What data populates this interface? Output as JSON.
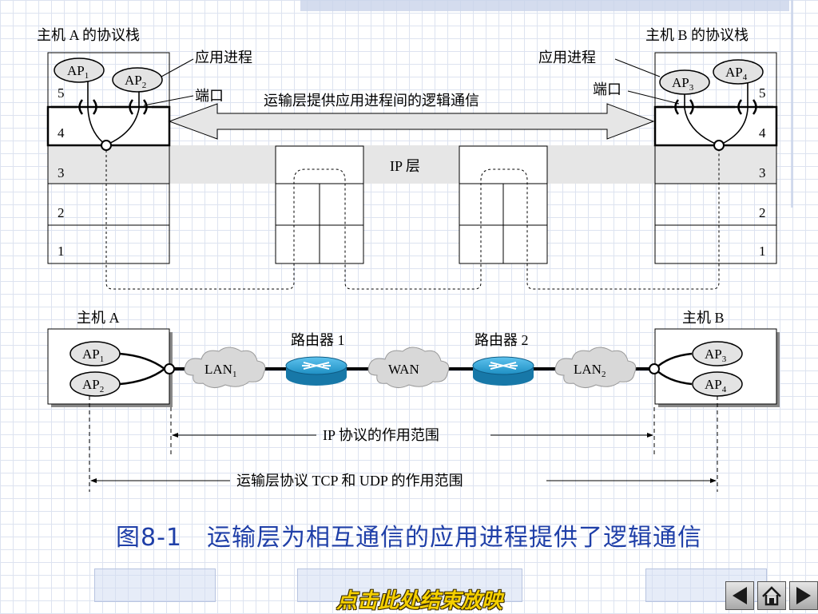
{
  "top_diagram": {
    "host_a_stack_title": "主机 A 的协议栈",
    "host_b_stack_title": "主机 B 的协议栈",
    "app_process_left": "应用进程",
    "app_process_right": "应用进程",
    "port_left": "端口",
    "port_right": "端口",
    "transport_note": "运输层提供应用进程间的逻辑通信",
    "ip_layer": "IP 层",
    "layers": [
      "5",
      "4",
      "3",
      "2",
      "1"
    ]
  },
  "processes": [
    "AP",
    "AP",
    "AP",
    "AP"
  ],
  "process_subscripts": [
    "1",
    "2",
    "3",
    "4"
  ],
  "bottom_diagram": {
    "host_a": "主机 A",
    "host_b": "主机 B",
    "router_1": "路由器 1",
    "router_2": "路由器 2",
    "lan": "LAN",
    "lan_1_sub": "1",
    "lan_2_sub": "2",
    "wan": "WAN",
    "ip_scope": "IP 协议的作用范围",
    "transport_scope": "运输层协议 TCP 和 UDP 的作用范围"
  },
  "caption": "图8-1　运输层为相互通信的应用进程提供了逻辑通信",
  "footer": {
    "end_show": "点击此处结束放映",
    "prev_icon": "triangle-left-icon",
    "home_icon": "home-icon",
    "next_icon": "triangle-right-icon"
  },
  "colors": {
    "ip_band": "#e6e6e6",
    "cloud": "#d8d8d8",
    "router": "#1e8fc4",
    "caption": "#1f3fa8",
    "end_link": "#f5d000"
  }
}
